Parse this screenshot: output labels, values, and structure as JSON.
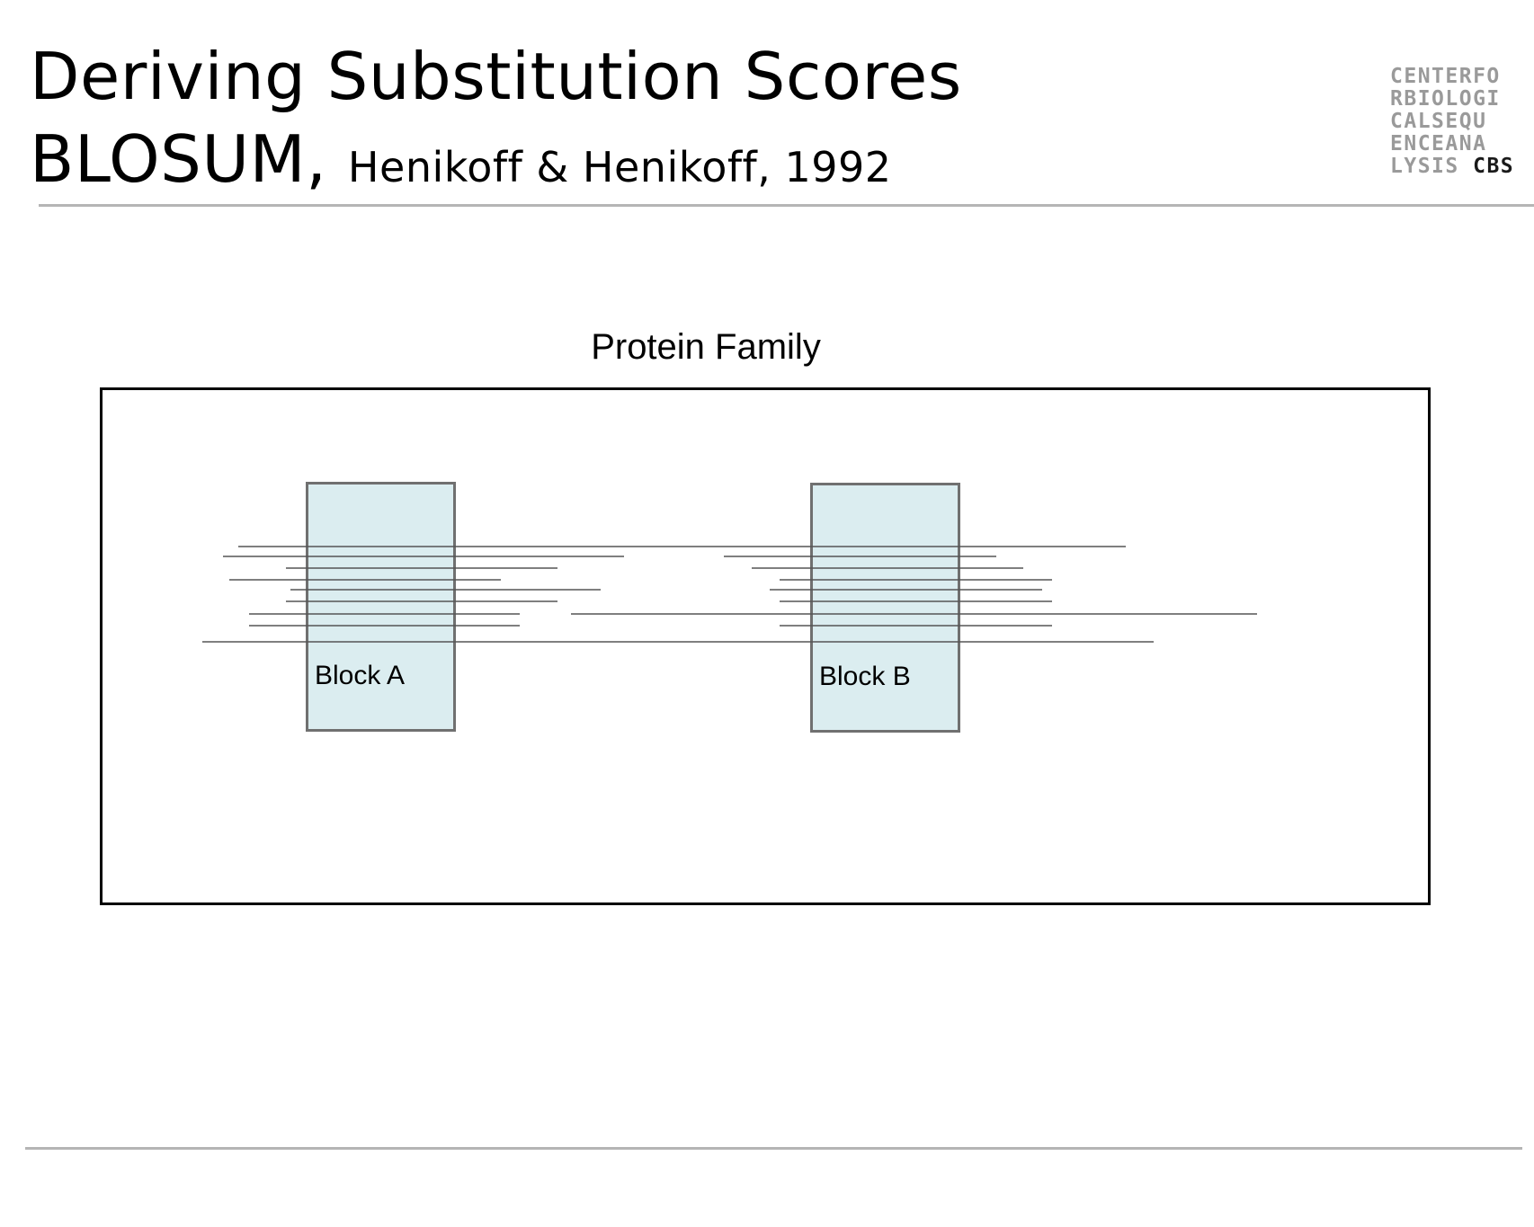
{
  "slide": {
    "title": "Deriving Substitution Scores",
    "title_line2_main": "BLOSUM,",
    "title_line2_sub": "Henikoff & Henikoff, 1992"
  },
  "logo": {
    "rows": [
      "CENTERFO",
      "RBIOLOGI",
      "CALSEQU",
      "ENCEANA"
    ],
    "last_row_prefix": "LYSIS",
    "last_row_bold": "CBS"
  },
  "diagram": {
    "title": "Protein Family",
    "blocks": [
      {
        "label": "Block A"
      },
      {
        "label": "Block B"
      }
    ]
  },
  "colors": {
    "block_fill": "#dbedf0",
    "block_border": "#707070",
    "rule": "#b5b5b5",
    "logo_gray": "#9a9a9a"
  }
}
